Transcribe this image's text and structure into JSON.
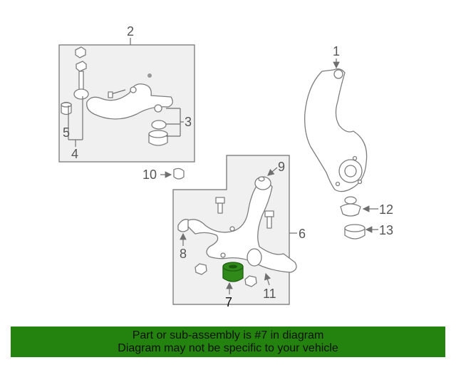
{
  "callouts": {
    "c1": "1",
    "c2": "2",
    "c3": "3",
    "c4": "4",
    "c5": "5",
    "c6": "6",
    "c7": "7",
    "c8": "8",
    "c9": "9",
    "c10": "10",
    "c11": "11",
    "c12": "12",
    "c13": "13"
  },
  "highlight_color": "#2f8a1a",
  "banner": {
    "line1": "Part or sub-assembly is #7 in diagram",
    "line2": "Diagram may not be specific to your vehicle",
    "background": "#24820e"
  }
}
